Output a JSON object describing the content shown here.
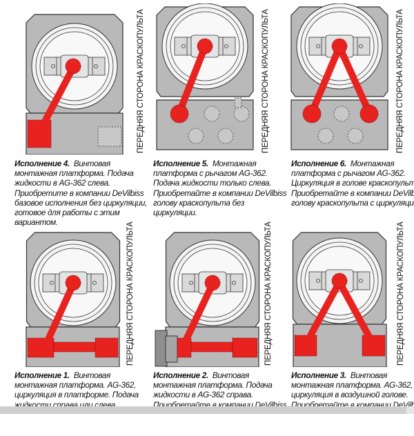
{
  "vertical_label": "ПЕРЕДНЯЯ СТОРОНА КРАСКОПУЛЬТА",
  "colors": {
    "fluid_red": "#e8221f",
    "body_gray": "#b9b9b9",
    "body_dark_gray": "#8f8f8f",
    "ring_white": "#f4f4f4",
    "outline": "#333333"
  },
  "panels": [
    {
      "id": "variant-4",
      "title": "Исполнение 4.",
      "text_lines": [
        "Винтовая",
        "монтажная платформа. Подача",
        "жидкости в AG-362 слева.",
        "Приобретите в компании DeVilbiss",
        "базовое исполнения без циркуляции,",
        "готовое для работы с этим",
        "вариантом."
      ],
      "diagram": "screw-platform-left-feed"
    },
    {
      "id": "variant-5",
      "title": "Исполнение 5.",
      "text_lines": [
        "Монтажная",
        "платформа с рычагом AG-362.",
        "Подача жидкости только слева.",
        "Приобретайте в компании DeVilbiss",
        "голову краскопульта без",
        "циркуляции."
      ],
      "diagram": "lever-platform-left-feed"
    },
    {
      "id": "variant-6",
      "title": "Исполнение 6.",
      "text_lines": [
        "Монтажная",
        "платформа с рычагом AG-362.",
        "Циркуляция в голове краскопульта.",
        "Приобретайте в компании DeVilbiss",
        "голову краскопульта с циркуляцией."
      ],
      "diagram": "lever-platform-head-circulation"
    },
    {
      "id": "variant-1",
      "title": "Исполнение 1.",
      "text_lines": [
        "Винтовая",
        "монтажная платформа. AG-362,",
        "циркуляция в платформе. Подача",
        "жидкости справа или слева."
      ],
      "diagram": "screw-platform-circulation"
    },
    {
      "id": "variant-2",
      "title": "Исполнение 2.",
      "text_lines": [
        "Винтовая",
        "монтажная платформа. Подача",
        "жидкости в AG-362 справа.",
        "Приобретайте в компании DeVilbiss"
      ],
      "diagram": "screw-platform-right-feed"
    },
    {
      "id": "variant-3",
      "title": "Исполнение 3.",
      "text_lines": [
        "Винтовая",
        "монтажная платформа. AG-362,",
        "циркуляция в воздушной голове.",
        "Приобретайте в компании DeVilbiss"
      ],
      "diagram": "screw-platform-air-head-circulation"
    }
  ]
}
